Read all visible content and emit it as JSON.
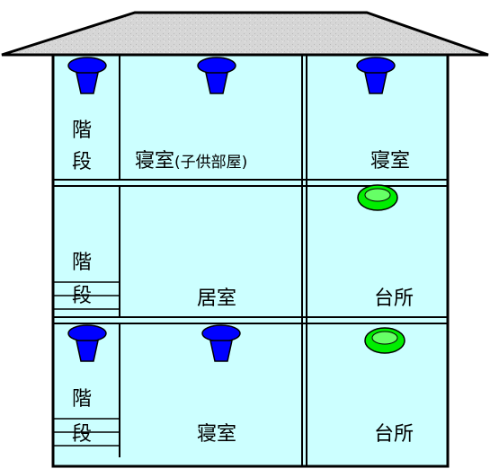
{
  "diagram": {
    "colors": {
      "wall_fill": "#ccffff",
      "roof_fill": "#d6d6d6",
      "outline": "#000000",
      "smoke_detector": "#0000ff",
      "heat_detector": "#00ee00"
    },
    "floors": {
      "top": {
        "stair_chars": [
          "階",
          "段"
        ],
        "room_middle": {
          "main": "寝室",
          "sub": "(子供部屋)"
        },
        "room_right": "寝室",
        "detectors": [
          "smoke-detector-icon",
          "smoke-detector-icon",
          "smoke-detector-icon"
        ]
      },
      "middle": {
        "stair_chars": [
          "階",
          "段"
        ],
        "room_middle": "居室",
        "room_right": "台所",
        "detectors": [
          "heat-detector-icon"
        ]
      },
      "bottom": {
        "stair_chars": [
          "階",
          "段"
        ],
        "room_middle": "寝室",
        "room_right": "台所",
        "detectors": [
          "smoke-detector-icon",
          "smoke-detector-icon",
          "heat-detector-icon"
        ]
      }
    }
  }
}
